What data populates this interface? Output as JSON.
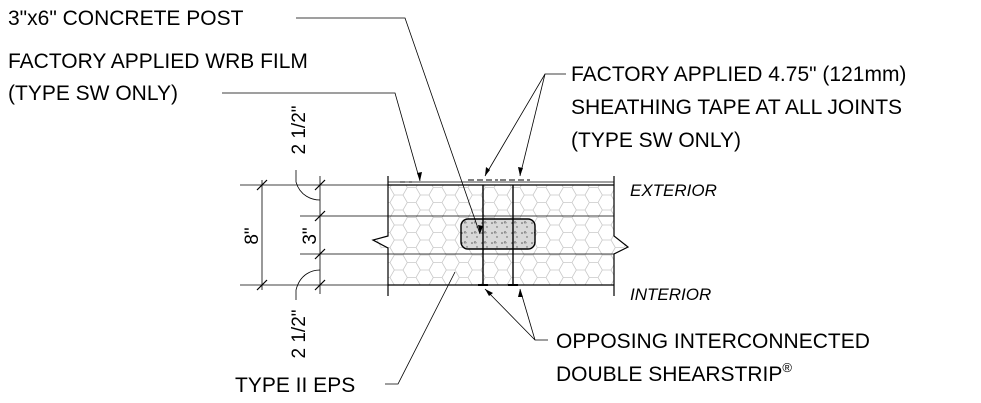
{
  "labels": {
    "concrete_post": "3\"x6\" CONCRETE POST",
    "wrb_line1": "FACTORY APPLIED WRB FILM",
    "wrb_line2": "(TYPE SW ONLY)",
    "tape_line1": "FACTORY APPLIED 4.75\" (121mm)",
    "tape_line2": "SHEATHING TAPE AT ALL JOINTS",
    "tape_line3": "(TYPE SW ONLY)",
    "exterior": "EXTERIOR",
    "interior": "INTERIOR",
    "shearstrip_line1": "OPPOSING INTERCONNECTED",
    "shearstrip_line2": "DOUBLE SHEARSTRIP",
    "shearstrip_mark": "®",
    "eps": "TYPE II EPS"
  },
  "dimensions": {
    "overall": "8\"",
    "top": "2 1/2\"",
    "middle": "3\"",
    "bottom": "2 1/2\""
  }
}
